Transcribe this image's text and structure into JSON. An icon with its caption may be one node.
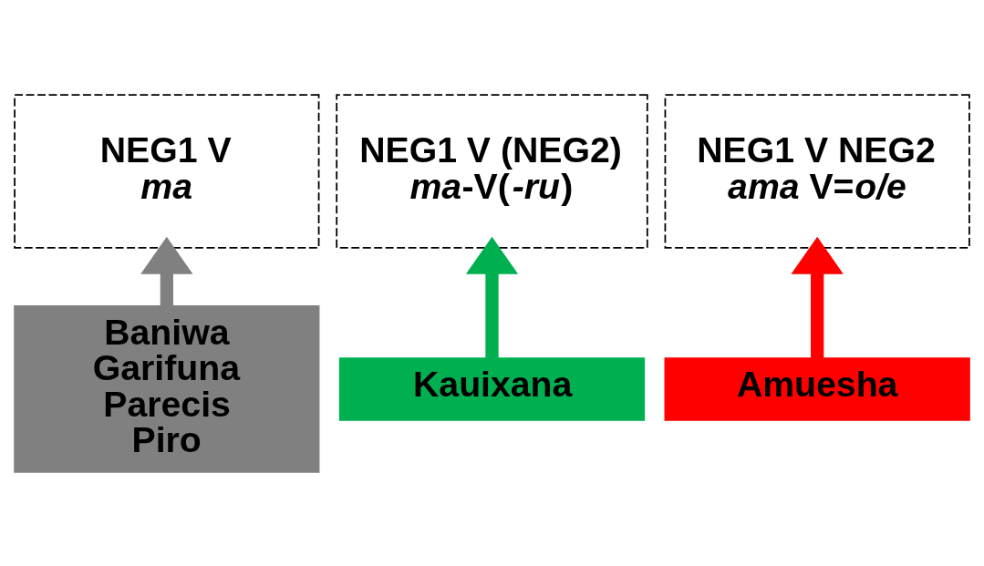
{
  "diagram": {
    "nodes": [
      {
        "text": [
          "NEG1 V",
          "*ma*"
        ]
      },
      {
        "text": [
          "NEG1 V (NEG2)",
          "*ma*-V(*-ru*)"
        ]
      },
      {
        "text": [
          "NEG1 V NEG2",
          "*ama* V=*o/e*"
        ]
      },
      {
        "text": [
          "Baniwa",
          "Garifuna",
          "Parecis",
          "Piro"
        ]
      },
      {
        "text": [
          "Kauixana"
        ]
      },
      {
        "text": [
          "Amuesha"
        ]
      }
    ],
    "edges": [
      {
        "from": 3,
        "to": 0,
        "arrow": "to",
        "color": "#808080"
      },
      {
        "from": 4,
        "to": 1,
        "arrow": "to",
        "color": "#00b050"
      },
      {
        "from": 5,
        "to": 2,
        "arrow": "to",
        "color": "#ff0000"
      }
    ]
  }
}
